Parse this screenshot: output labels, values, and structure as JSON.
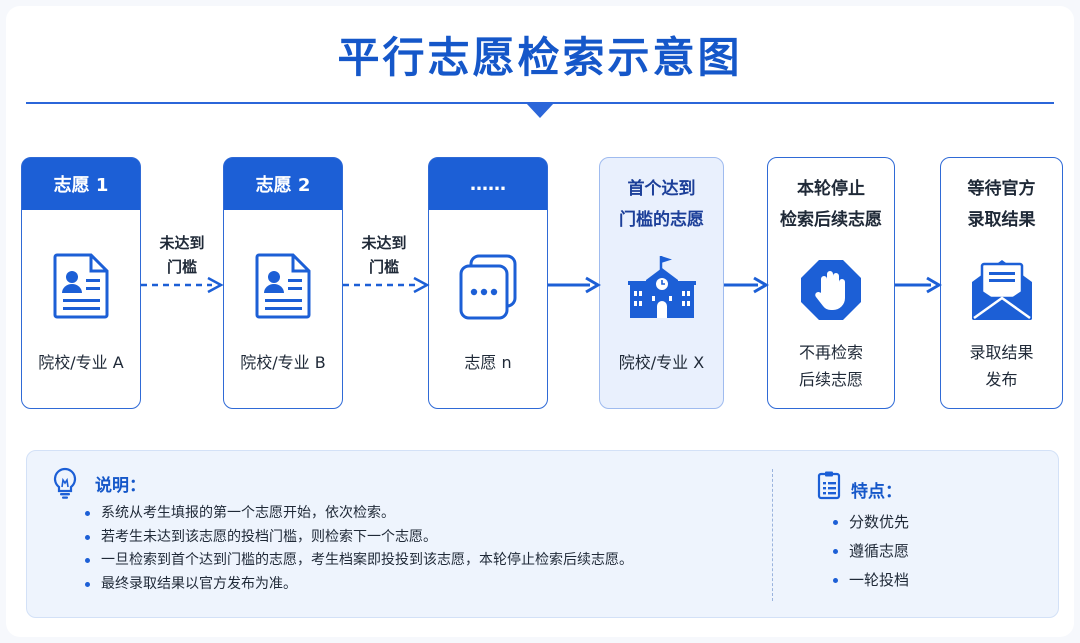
{
  "title": "平行志愿检索示意图",
  "steps": [
    {
      "head": "志愿 1",
      "label": "院校/专业 A",
      "icon": "resume-icon"
    },
    {
      "head": "志愿 2",
      "label": "院校/专业 B",
      "icon": "resume-icon"
    },
    {
      "head": "……",
      "label": "志愿 n",
      "icon": "more-cards-icon"
    },
    {
      "head": "首个达到\n门槛的志愿",
      "label": "院校/专业 X",
      "icon": "school-building-icon"
    },
    {
      "head": "本轮停止\n检索后续志愿",
      "label": "不再检索\n后续志愿",
      "icon": "stop-hand-icon"
    },
    {
      "head": "等待官方\n录取结果",
      "label": "录取结果\n发布",
      "icon": "envelope-letter-icon"
    }
  ],
  "arrow_labels": [
    "未达到\n门槛",
    "未达到\n门槛"
  ],
  "notes": {
    "title": "说明：",
    "items": [
      "系统从考生填报的第一个志愿开始，依次检索。",
      "若考生未达到该志愿的投档门槛，则检索下一个志愿。",
      "一旦检索到首个达到门槛的志愿，考生档案即投投到该志愿，本轮停止检索后续志愿。",
      "最终录取结果以官方发布为准。"
    ],
    "icon": "lightbulb-icon"
  },
  "features": {
    "title": "特点：",
    "items": [
      "分数优先",
      "遵循志愿",
      "一轮投档"
    ],
    "icon": "clipboard-list-icon"
  },
  "colors": {
    "primary": "#1c5fd6",
    "title": "#1557c9",
    "highlight_bg": "#e9f0fd",
    "notes_bg": "#eef4fd"
  }
}
